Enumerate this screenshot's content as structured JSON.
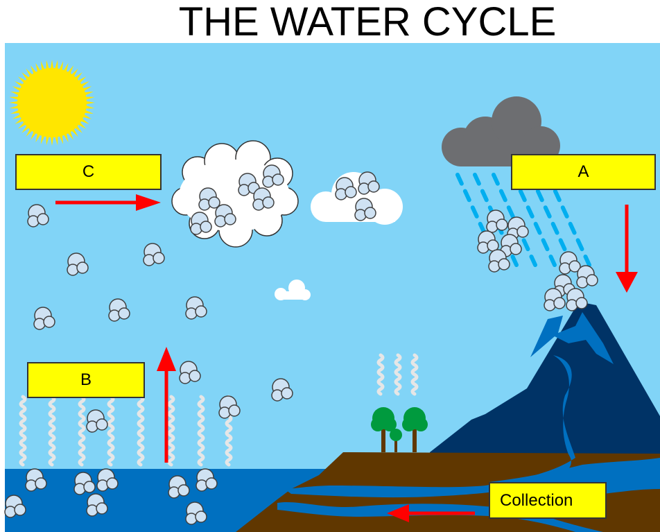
{
  "title": "THE WATER CYCLE",
  "labels": {
    "a": "A",
    "b": "B",
    "c": "C",
    "collection": "Collection"
  },
  "colors": {
    "sky": "#81d4f7",
    "ocean": "#0070c0",
    "land": "#603700",
    "mountain": "#003366",
    "sun": "#ffe600",
    "rain_cloud": "#6d6e71",
    "rain": "#00aeef",
    "arrow": "#ff0000",
    "label_bg": "#ffff00",
    "tree": "#009a3e"
  }
}
